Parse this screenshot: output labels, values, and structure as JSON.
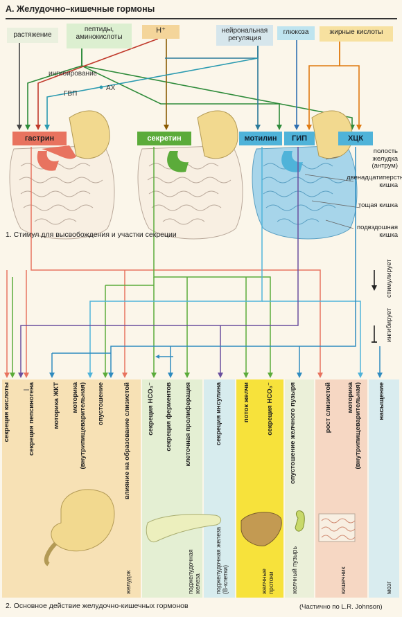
{
  "title": "А. Желудочно–кишечные гормоны",
  "stimuli": {
    "stretch": "растяжение",
    "peptides": "пептиды, аминокислоты",
    "proton": "H⁺",
    "neural": "нейрональная регуляция",
    "glucose": "глюкоза",
    "fatty": "жирные кислоты"
  },
  "notes": {
    "inhibition": "ингибирование",
    "gvp": "ГВП",
    "ach": "АХ"
  },
  "hormones": {
    "gastrin": "гастрин",
    "secretin": "секретин",
    "motilin": "мотилин",
    "gip": "ГИП",
    "cck": "ХЦК"
  },
  "anatomy_labels": [
    "полость желудка (антрум)",
    "двенадцатиперстная кишка",
    "тощая кишка",
    "подвздошная кишка"
  ],
  "caption1": "1. Стимул для высвобождения и участки секреции",
  "legend": {
    "stimulates": "стимулирует",
    "inhibits": "ингибирует"
  },
  "effects": {
    "stomach": [
      "секреция кислоты",
      "секреция пепсиногена",
      "моторика ЖКТ",
      "моторика (внутрипищеварительная)",
      "опустошение",
      "влияние на образование слизистой"
    ],
    "pancreas": [
      "секреция HCO₃⁻",
      "секреция ферментов",
      "клеточная пролиферация",
      "секреция инсулина"
    ],
    "bile": [
      "поток желчи",
      "секреция HCO₃⁻"
    ],
    "gallbladder": [
      "опустошение желчного пузыря"
    ],
    "intestine": [
      "рост слизистой",
      "моторика (внутрипищеварительная)"
    ],
    "brain": [
      "насыщение"
    ]
  },
  "organs": {
    "stomach": "желудок",
    "pancreas": "поджелудочная железа",
    "pancreas_b": "поджелудочная железа (B-клетки)",
    "bile": "желчные протоки",
    "gallbladder": "желчный пузырь",
    "intestine": "кишечник",
    "brain": "мозг"
  },
  "caption2": "2. Основное действие желудочно-кишечных гормонов",
  "credit": "(Частично по L.R. Johnson)",
  "colors": {
    "gastrin": "#e8735f",
    "secretin": "#5bab3a",
    "motilin": "#4fb3d9",
    "gip": "#6a4f9e",
    "cck": "#2e8bbf",
    "stomach_col": "#f7e1b5",
    "pancreas_col": "#e4efd3",
    "bile_col": "#f7e23b",
    "gallbladder_col": "#ebf0d9",
    "intestine_col": "#f6d7c3",
    "brain_col": "#d9ecef"
  }
}
